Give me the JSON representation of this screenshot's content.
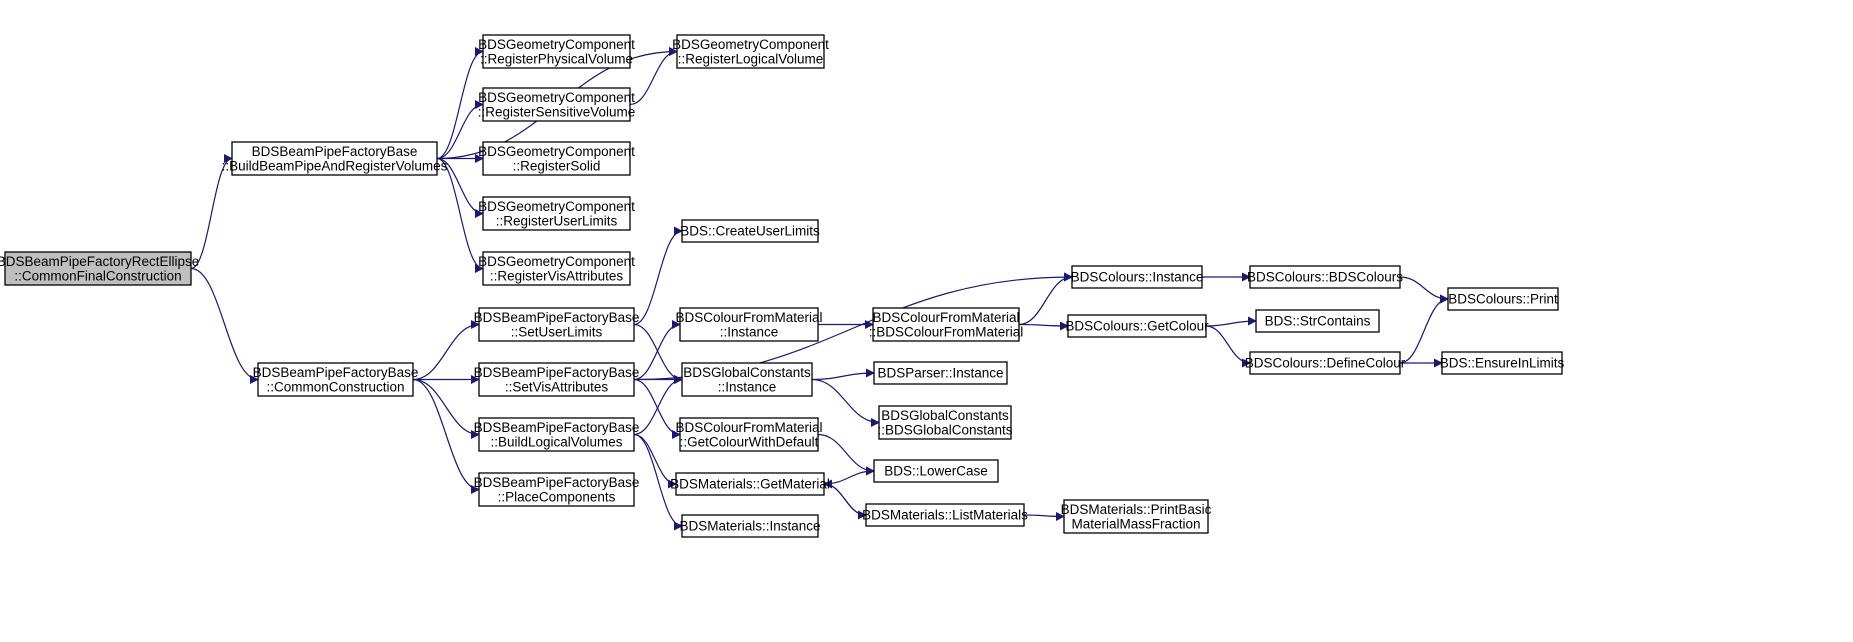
{
  "colors": {
    "edge": "#191970",
    "node_fill": "#ffffff",
    "root_fill": "#bfbfbf",
    "text": "#000000"
  },
  "nodes": [
    {
      "id": "n0",
      "lines": [
        "BDSBeamPipeFactoryRectEllipse",
        "::CommonFinalConstruction"
      ],
      "root": true
    },
    {
      "id": "n1",
      "lines": [
        "BDSBeamPipeFactoryBase",
        "::BuildBeamPipeAndRegisterVolumes"
      ]
    },
    {
      "id": "n2",
      "lines": [
        "BDSGeometryComponent",
        "::RegisterPhysicalVolume"
      ]
    },
    {
      "id": "n3",
      "lines": [
        "BDSGeometryComponent",
        "::RegisterLogicalVolume"
      ]
    },
    {
      "id": "n4",
      "lines": [
        "BDSGeometryComponent",
        "::RegisterSensitiveVolume"
      ]
    },
    {
      "id": "n5",
      "lines": [
        "BDSGeometryComponent",
        "::RegisterSolid"
      ]
    },
    {
      "id": "n6",
      "lines": [
        "BDSGeometryComponent",
        "::RegisterUserLimits"
      ]
    },
    {
      "id": "n7",
      "lines": [
        "BDSGeometryComponent",
        "::RegisterVisAttributes"
      ]
    },
    {
      "id": "n8",
      "lines": [
        "BDSBeamPipeFactoryBase",
        "::CommonConstruction"
      ]
    },
    {
      "id": "n9",
      "lines": [
        "BDSBeamPipeFactoryBase",
        "::SetUserLimits"
      ]
    },
    {
      "id": "n10",
      "lines": [
        "BDS::CreateUserLimits"
      ]
    },
    {
      "id": "n11",
      "lines": [
        "BDSGlobalConstants",
        "::Instance"
      ]
    },
    {
      "id": "n12",
      "lines": [
        "BDSParser::Instance"
      ]
    },
    {
      "id": "n13",
      "lines": [
        "BDSGlobalConstants",
        "::BDSGlobalConstants"
      ]
    },
    {
      "id": "n14",
      "lines": [
        "BDSBeamPipeFactoryBase",
        "::SetVisAttributes"
      ]
    },
    {
      "id": "n15",
      "lines": [
        "BDSColours::Instance"
      ]
    },
    {
      "id": "n16",
      "lines": [
        "BDSColours::BDSColours"
      ]
    },
    {
      "id": "n17",
      "lines": [
        "BDSColours::Print"
      ]
    },
    {
      "id": "n18",
      "lines": [
        "BDSColourFromMaterial",
        "::Instance"
      ]
    },
    {
      "id": "n19",
      "lines": [
        "BDSColourFromMaterial",
        "::BDSColourFromMaterial"
      ]
    },
    {
      "id": "n20",
      "lines": [
        "BDSColours::GetColour"
      ]
    },
    {
      "id": "n21",
      "lines": [
        "BDS::StrContains"
      ]
    },
    {
      "id": "n22",
      "lines": [
        "BDSColours::DefineColour"
      ]
    },
    {
      "id": "n23",
      "lines": [
        "BDS::EnsureInLimits"
      ]
    },
    {
      "id": "n24",
      "lines": [
        "BDSColourFromMaterial",
        "::GetColourWithDefault"
      ]
    },
    {
      "id": "n25",
      "lines": [
        "BDS::LowerCase"
      ]
    },
    {
      "id": "n26",
      "lines": [
        "BDSBeamPipeFactoryBase",
        "::BuildLogicalVolumes"
      ]
    },
    {
      "id": "n27",
      "lines": [
        "BDSMaterials::GetMaterial"
      ]
    },
    {
      "id": "n28",
      "lines": [
        "BDSMaterials::ListMaterials"
      ]
    },
    {
      "id": "n29",
      "lines": [
        "BDSMaterials::PrintBasic",
        "MaterialMassFraction"
      ]
    },
    {
      "id": "n30",
      "lines": [
        "BDSMaterials::Instance"
      ]
    },
    {
      "id": "n31",
      "lines": [
        "BDSBeamPipeFactoryBase",
        "::PlaceComponents"
      ]
    }
  ],
  "edges": [
    [
      "n0",
      "n1"
    ],
    [
      "n0",
      "n8"
    ],
    [
      "n1",
      "n2"
    ],
    [
      "n1",
      "n3"
    ],
    [
      "n1",
      "n4"
    ],
    [
      "n1",
      "n5"
    ],
    [
      "n1",
      "n6"
    ],
    [
      "n1",
      "n7"
    ],
    [
      "n4",
      "n3"
    ],
    [
      "n8",
      "n9"
    ],
    [
      "n8",
      "n14"
    ],
    [
      "n8",
      "n26"
    ],
    [
      "n8",
      "n31"
    ],
    [
      "n9",
      "n10"
    ],
    [
      "n9",
      "n11"
    ],
    [
      "n11",
      "n12"
    ],
    [
      "n11",
      "n13"
    ],
    [
      "n14",
      "n15"
    ],
    [
      "n14",
      "n18"
    ],
    [
      "n14",
      "n11"
    ],
    [
      "n14",
      "n24"
    ],
    [
      "n15",
      "n16"
    ],
    [
      "n16",
      "n17"
    ],
    [
      "n18",
      "n19"
    ],
    [
      "n19",
      "n15"
    ],
    [
      "n19",
      "n20"
    ],
    [
      "n20",
      "n21"
    ],
    [
      "n20",
      "n22"
    ],
    [
      "n22",
      "n17"
    ],
    [
      "n22",
      "n23"
    ],
    [
      "n24",
      "n25"
    ],
    [
      "n26",
      "n11"
    ],
    [
      "n26",
      "n27"
    ],
    [
      "n26",
      "n30"
    ],
    [
      "n27",
      "n25"
    ],
    [
      "n27",
      "n28"
    ],
    [
      "n28",
      "n27"
    ],
    [
      "n28",
      "n29"
    ]
  ]
}
